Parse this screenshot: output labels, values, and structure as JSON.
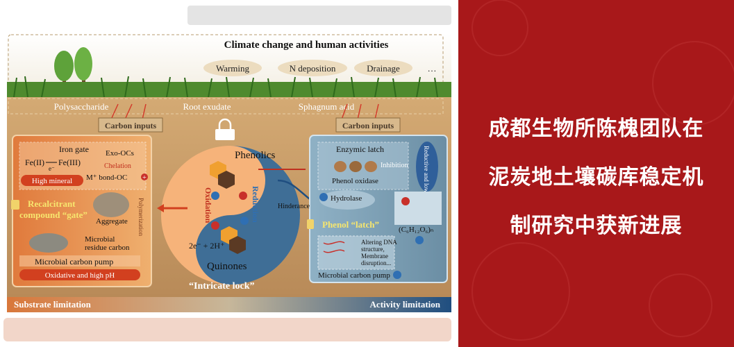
{
  "diagram": {
    "climate_title": "Climate change and human activities",
    "climate_factors": [
      "Warming",
      "N deposition",
      "Drainage",
      "…"
    ],
    "surface_labels": [
      "Polysaccharide",
      "Root exudate",
      "Sphagnum acid"
    ],
    "carbon_inputs_left": "Carbon inputs",
    "carbon_inputs_right": "Carbon inputs",
    "iron_gate": "Iron gate",
    "fe2": "Fe(II)",
    "fe3": "Fe(III)",
    "electron": "e⁻",
    "exo_ocs": "Exo-OCs",
    "chelation": "Chelation",
    "m_bond_oc": "M⁺ bond-OC",
    "high_mineral": "High mineral",
    "recalcitrant": "Recalcitrant",
    "compound_gate": "compound “gate”",
    "aggregate": "Aggregate",
    "polymerization": "Polymerization",
    "microbial": "Microbial",
    "residue_carbon": "residue carbon",
    "microbial_pump_left": "Microbial carbon pump",
    "oxidative_ph": "Oxidative and high pH",
    "phenolics": "Phenolics",
    "quinones": "Quinones",
    "oxidation": "Oxidation",
    "reduction": "Reduction",
    "electrons": "2e⁻ + 2H⁺",
    "intricate_lock": "“Intricate lock”",
    "enzymic_latch": "Enzymic latch",
    "phenol_oxidase": "Phenol oxidase",
    "inhibition": "Inhibition",
    "reductive_ph": "Reductive and low pH",
    "hydrolase": "Hydrolase",
    "hinderance": "Hinderance",
    "phenol_latch": "Phenol “latch”",
    "formula": "(C₆H₁₂O₆)ₙ",
    "altering": [
      "Altering DNA",
      "structure,",
      "Membrane",
      "disruption..."
    ],
    "microbial_pump_right": "Microbial carbon pump",
    "substrate_limitation": "Substrate limitation",
    "activity_limitation": "Activity limitation"
  },
  "headline": {
    "lines": [
      "成都生物所陈槐团队在",
      "泥炭地土壤碳库稳定机",
      "制研究中获新进展"
    ]
  },
  "colors": {
    "banner_red": "#a8181a",
    "soil_brown": "#c79a66",
    "panel_orange": "#e0894a",
    "panel_blue": "#7f9fb3",
    "badge_red": "#c8302a",
    "badge_blue": "#2f6fb3"
  }
}
